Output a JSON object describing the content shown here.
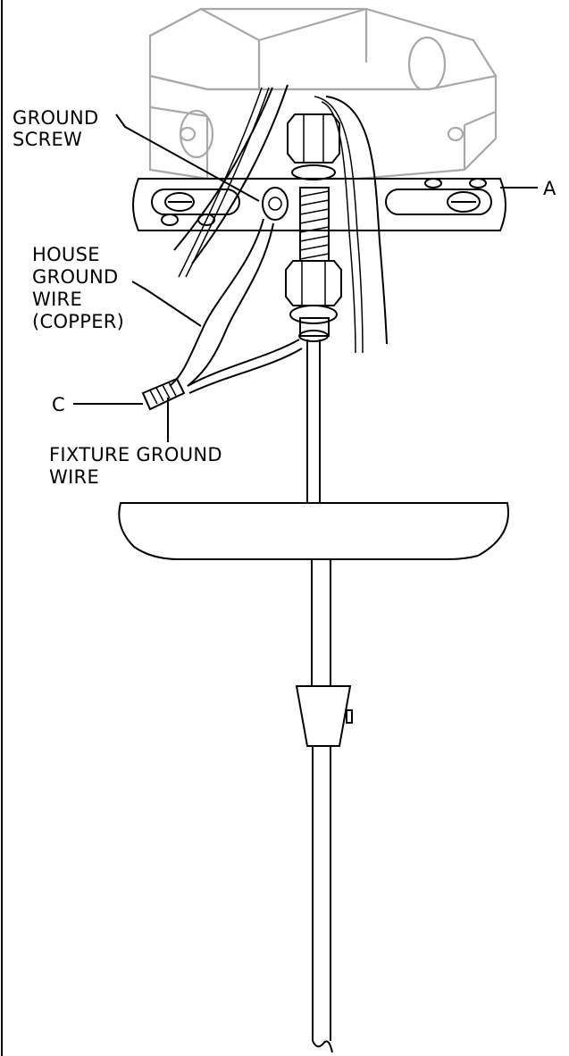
{
  "labels": {
    "ground_screw": [
      "GROUND",
      "SCREW"
    ],
    "house_ground_wire": [
      "HOUSE",
      "GROUND",
      "WIRE",
      "(COPPER)"
    ],
    "fixture_ground_wire": [
      "FIXTURE GROUND",
      "WIRE"
    ],
    "callout_a": "A",
    "callout_c": "C"
  },
  "colors": {
    "line": "#000000",
    "junction_box": "#a8a8a8",
    "background": "#ffffff"
  }
}
